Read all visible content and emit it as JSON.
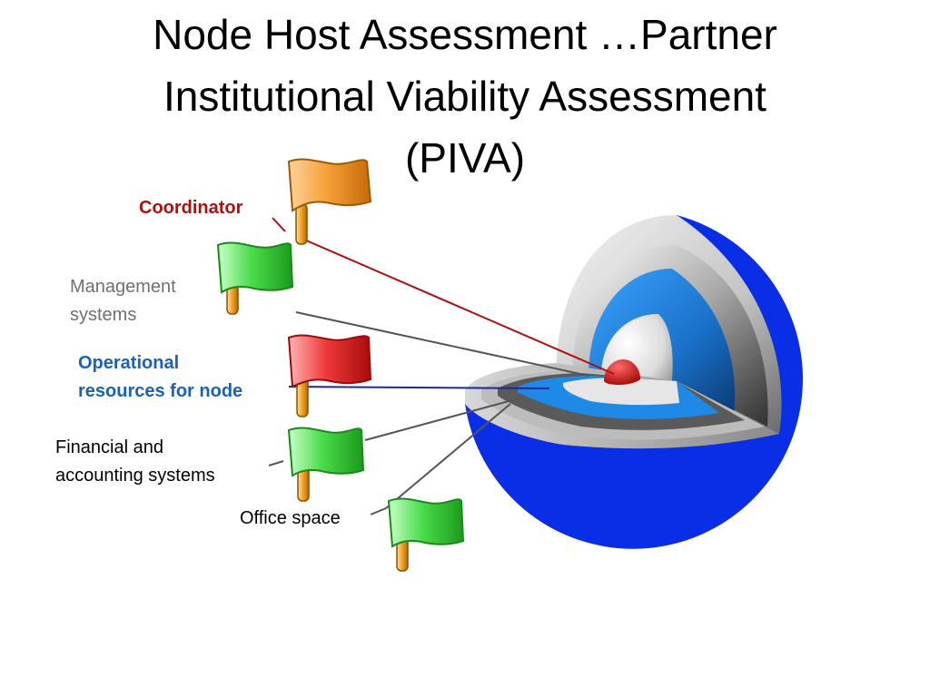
{
  "title": {
    "line1": "Node Host Assessment …Partner",
    "line2": "Institutional Viability Assessment",
    "line3": "(PIVA)"
  },
  "labels": {
    "coordinator": {
      "text": "Coordinator",
      "color": "#b00f0f"
    },
    "management": {
      "line1": "Management",
      "line2": "systems",
      "color": "#707070"
    },
    "operational": {
      "line1": "Operational",
      "line2": "resources for node",
      "color": "#1a62b8"
    },
    "financial": {
      "line1": "Financial and",
      "line2": "accounting systems",
      "color": "#000000"
    },
    "office": {
      "text": "Office space",
      "color": "#000000"
    }
  },
  "flags": [
    {
      "name": "coordinator-flag",
      "color": "orange"
    },
    {
      "name": "management-flag",
      "color": "green"
    },
    {
      "name": "operational-flag",
      "color": "red"
    },
    {
      "name": "financial-flag",
      "color": "green"
    },
    {
      "name": "office-flag",
      "color": "green"
    }
  ],
  "colors": {
    "sphere_blue": "#0a2ee6",
    "ring_blue": "#1e8ae6",
    "core_red": "#cc0000",
    "flag_orange": "#f0941e",
    "flag_green": "#3cd23c",
    "flag_red": "#e62828",
    "pole_orange": "#f0a020"
  }
}
